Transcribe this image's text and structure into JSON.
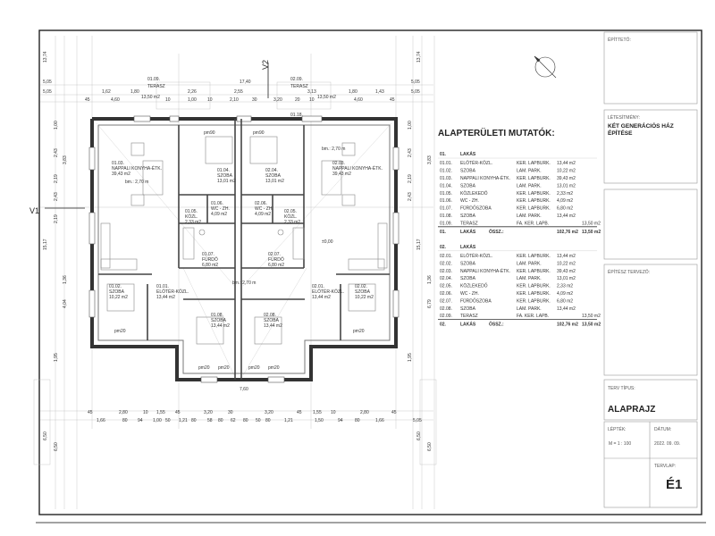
{
  "table": {
    "title": "ALAPTERÜLETI MUTATÓK:",
    "units": [
      {
        "code": "01.",
        "label": "LAKÁS",
        "rows": [
          [
            "01.01.",
            "ELŐTÉR-KÖZL.",
            "KER. LAPBURK.",
            "13,44 m2",
            ""
          ],
          [
            "01.02.",
            "SZOBA",
            "LAM. PARK.",
            "10,22 m2",
            ""
          ],
          [
            "01.03.",
            "NAPPALI KONYHA-ÉTK.",
            "KER. LAPBURK.",
            "39,43 m2",
            ""
          ],
          [
            "01.04.",
            "SZOBA",
            "LAM. PARK.",
            "13,01 m2",
            ""
          ],
          [
            "01.05.",
            "KÖZLEKEDŐ",
            "KER. LAPBURK.",
            "2,33 m2",
            ""
          ],
          [
            "01.06.",
            "WC - ZH.",
            "KER. LAPBURK.",
            "4,09 m2",
            ""
          ],
          [
            "01.07.",
            "FÜRDŐSZOBA",
            "KER. LAPBURK.",
            "6,80 m2",
            ""
          ],
          [
            "01.08.",
            "SZOBA",
            "LAM. PARK.",
            "13,44 m2",
            ""
          ],
          [
            "01.09.",
            "TERASZ",
            "FA. KER. LAPB.",
            "",
            "13,50 m2"
          ]
        ],
        "total": [
          "01.",
          "LAKÁS",
          "ÖSSZ.:",
          "102,76 m2",
          "13,50 m2"
        ]
      },
      {
        "code": "02.",
        "label": "LAKÁS",
        "rows": [
          [
            "02.01.",
            "ELŐTÉR-KÖZL.",
            "KER. LAPBURK.",
            "13,44 m2",
            ""
          ],
          [
            "02.02.",
            "SZOBA",
            "LAM. PARK.",
            "10,22 m2",
            ""
          ],
          [
            "02.03.",
            "NAPPALI KONYHA-ÉTK.",
            "KER. LAPBURK.",
            "39,43 m2",
            ""
          ],
          [
            "02.04.",
            "SZOBA",
            "LAM. PARK.",
            "13,01 m2",
            ""
          ],
          [
            "02.05.",
            "KÖZLEKEDŐ",
            "KER. LAPBURK.",
            "2,33 m2",
            ""
          ],
          [
            "02.06.",
            "WC - ZH.",
            "KER. LAPBURK.",
            "4,09 m2",
            ""
          ],
          [
            "02.07.",
            "FÜRDŐSZOBA",
            "KER. LAPBURK.",
            "6,80 m2",
            ""
          ],
          [
            "02.08.",
            "SZOBA",
            "LAM. PARK.",
            "13,44 m2",
            ""
          ],
          [
            "02.09.",
            "TERASZ",
            "FA. KER. LAPB.",
            "",
            "13,50 m2"
          ]
        ],
        "total": [
          "02.",
          "LAKÁS",
          "ÖSSZ.:",
          "102,76 m2",
          "13,50 m2"
        ]
      }
    ]
  },
  "title_block": {
    "client_label": "ÉPÍTTETŐ:",
    "facility_label": "LÉTESÍTMÉNY:",
    "facility_value_line1": "KÉT GENERÁCIÓS HÁZ",
    "facility_value_line2": "ÉPÍTÉSE",
    "architect_label": "ÉPÍTÉSZ TERVEZŐ:",
    "plan_type_label": "TERV TÍPUS:",
    "plan_type_value": "ALAPRAJZ",
    "scale_label": "LÉPTÉK:",
    "scale_value": "M = 1 : 100",
    "date_label": "DÁTUM:",
    "date_value": "2022. 09. 09.",
    "sheet_label": "TERVLAP:",
    "sheet_value": "É1"
  },
  "plan": {
    "section_v1": "V1",
    "section_v2": "V2",
    "level_mark": "±0,00",
    "rooms": [
      [
        "01.03.",
        "NAPPALI KONYHA-ÉTK.",
        "39,43 m2"
      ],
      [
        "01.04.",
        "SZOBA",
        "13,01 m2"
      ],
      [
        "01.05.",
        "KÖZL.",
        "2,33 m2"
      ],
      [
        "01.06.",
        "WC - ZH.",
        "4,09 m2"
      ],
      [
        "01.07.",
        "FÜRDŐ",
        "6,80 m2"
      ],
      [
        "01.02.",
        "SZOBA",
        "10,22 m2"
      ],
      [
        "01.01.",
        "ELŐTÉR-KÖZL.",
        "13,44 m2"
      ],
      [
        "01.08.",
        "SZOBA",
        "13,44 m2"
      ],
      [
        "02.03.",
        "NAPPALI KONYHA-ÉTK.",
        "39,43 m2"
      ],
      [
        "02.04.",
        "SZOBA",
        "13,01 m2"
      ],
      [
        "02.05.",
        "KÖZL.",
        "2,33 m2"
      ],
      [
        "02.06.",
        "WC - ZH.",
        "4,09 m2"
      ],
      [
        "02.07.",
        "FÜRDŐ",
        "6,80 m2"
      ],
      [
        "02.02.",
        "SZOBA",
        "10,22 m2"
      ],
      [
        "02.01.",
        "ELŐTÉR-KÖZL.",
        "13,44 m2"
      ],
      [
        "02.08.",
        "SZOBA",
        "13,44 m2"
      ]
    ],
    "terraces": [
      [
        "01.09.",
        "TERASZ",
        "13,50 m2"
      ],
      [
        "02.09.",
        "TERASZ",
        "13,50 m2"
      ]
    ],
    "notes": [
      "bm.: 2,70 m",
      "bm.: 2,70 m",
      "bm.: 2,70 m",
      "pm90",
      "pm90",
      "pm20",
      "pm20",
      "pm20",
      "pm20",
      "pm20",
      "pm20",
      "01.18."
    ],
    "dims_top_1": [
      "5,05",
      "17,40",
      "5,05"
    ],
    "dims_top_2": [
      "5,05",
      "1,62",
      "1,80",
      "2,26",
      "2,55",
      "3,13",
      "1,80",
      "1,43",
      "5,05"
    ],
    "dims_top_3": [
      "45",
      "4,60",
      "10",
      "1,00",
      "10",
      "2,10",
      "30",
      "3,20",
      "20",
      "10",
      "4,60",
      "45"
    ],
    "dims_bottom_1": [
      "45",
      "2,80",
      "10",
      "1,55",
      "45",
      "3,20",
      "30",
      "3,20",
      "45",
      "1,55",
      "10",
      "2,80",
      "45"
    ],
    "dims_bottom_2": [
      "1,66",
      "80",
      "94",
      "1,00",
      "50",
      "1,21",
      "80",
      "58",
      "80",
      "62",
      "80",
      "50",
      "80",
      "1,21",
      "1,50",
      "94",
      "80",
      "1,66",
      "5,05"
    ],
    "dims_bottom_inner": "7,60",
    "dims_left": [
      "13,74",
      "1,00",
      "2,43",
      "3,83",
      "2,19",
      "2,43",
      "2,19",
      "15,17",
      "4,04",
      "1,36",
      "6,50",
      "6,50",
      "1,95"
    ],
    "dims_right": [
      "13,74",
      "1,00",
      "2,43",
      "3,83",
      "2,19",
      "2,43",
      "15,17",
      "6,79",
      "1,36",
      "6,50",
      "6,50",
      "1,95"
    ]
  }
}
